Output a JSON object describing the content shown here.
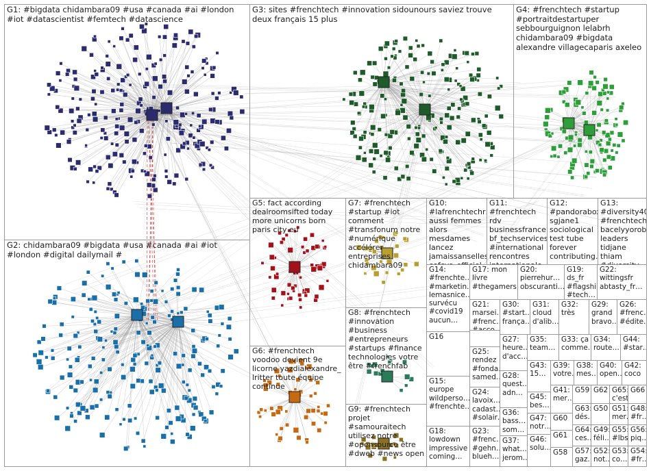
{
  "palette": {
    "G1": "#2b2b6e",
    "G2": "#1a6fa8",
    "G3": "#1f5a2a",
    "G4": "#2e9e3a",
    "G5": "#a3121a",
    "G6": "#c46a12",
    "G7": "#b8a030",
    "G9": "#8a7020",
    "edge": "#9c9c9c",
    "edge_red": "#d02020",
    "border": "#9a9a9a"
  },
  "groups": [
    {
      "id": "G1",
      "label": "G1: #bigdata chidambara09 #usa #canada #ai #london #iot #datascientist #femtech #datascience"
    },
    {
      "id": "G2",
      "label": "G2: chidambara09 #bigdata #usa #canada #ai #iot #london #digital dailymail #"
    },
    {
      "id": "G3",
      "label": "G3: sites #frenchtech #innovation sidounours saviez trouve deux français 15 plus"
    },
    {
      "id": "G4",
      "label": "G4: #frenchtech #startup #portraitdestartuper sebbourguignon lelabrh chidambara09 #bigdata alexandre villagecaparis axeleo"
    },
    {
      "id": "G5",
      "label": "G5: fact according dealroomsifted today more unicorns born paris city eu"
    },
    {
      "id": "G6",
      "label": "G6: #frenchtech voodoo devient 9e licorne yazdialexandre_ lritter toute équipe continue"
    },
    {
      "id": "G7",
      "label": "G7: #frenchtech #startup #iot comment #transfonum notre #numérique accélérer entreprises chidambara09"
    },
    {
      "id": "G8",
      "label": "G8: #frenchtech #innovation #business #entrepreneurs #startups #finance technologies votre être #frenchfab"
    },
    {
      "id": "G9",
      "label": "G9: #frenchtech projet #samouraitech utilisez notre #opensource être #dweb #news open"
    },
    {
      "id": "G10",
      "label": "G10: #lafrenchtechr… aussi femmes alors mesdames lancez jamaissanselles cefcys_officiel…"
    },
    {
      "id": "G11",
      "label": "G11: #frenchtech rdv businessfrance bf_techservices #international rencontres internationale…"
    },
    {
      "id": "G12",
      "label": "G12: #pandorabox sgjane1 sociological test tube forever contributing…"
    },
    {
      "id": "G13",
      "label": "G13: #diversity40 #frenchtech bacelyyorobi leaders tidjane thiam #diversity…"
    },
    {
      "id": "G14",
      "label": "G14: #frenchte… #marketin… lemasnice… survécu #covid19 aucun…"
    },
    {
      "id": "G15",
      "label": "G15: europe wildperso… #frenchte…"
    },
    {
      "id": "G16",
      "label": "G16"
    },
    {
      "id": "G17",
      "label": "G17: mon livre #thegamers…"
    },
    {
      "id": "G18",
      "label": "G18: lowdown impressive coming…"
    },
    {
      "id": "G19",
      "label": "G19: ds_fr #flagship #tech…"
    },
    {
      "id": "G20",
      "label": "G20: pierrehur… obscuranti…"
    },
    {
      "id": "G21",
      "label": "G21: marsei… #frenc… #acco…"
    },
    {
      "id": "G22",
      "label": "G22: wittingsfr abtasty_fr…"
    },
    {
      "id": "G23",
      "label": "G23: #frenc… #gehn… blueh…"
    },
    {
      "id": "G24",
      "label": "G24: lavoix… cadast… #solair…"
    },
    {
      "id": "G25",
      "label": "G25: rendez #fonda… samed…"
    },
    {
      "id": "G26",
      "label": "G26: #frenc… #édite…"
    },
    {
      "id": "G27",
      "label": "G27: heure… d'acc…"
    },
    {
      "id": "G28",
      "label": "G28: quest… adn…"
    },
    {
      "id": "G29",
      "label": "G29: grand bravo…"
    },
    {
      "id": "G30",
      "label": "G30: #start… frança…"
    },
    {
      "id": "G31",
      "label": "G31: cloud d'alib…"
    },
    {
      "id": "G32",
      "label": "G32: très"
    },
    {
      "id": "G33",
      "label": "G33: ça comme…"
    },
    {
      "id": "G34",
      "label": "G34: route…"
    },
    {
      "id": "G35",
      "label": "G35: team…"
    },
    {
      "id": "G36",
      "label": "G36: bass… som…"
    },
    {
      "id": "G37",
      "label": "G37: what… jerom…"
    },
    {
      "id": "G38",
      "label": "G38: mes…"
    },
    {
      "id": "G39",
      "label": "G39: votre…"
    },
    {
      "id": "G40",
      "label": "G40: open…"
    },
    {
      "id": "G41",
      "label": "G41: mer…"
    },
    {
      "id": "G42",
      "label": "G42: coco"
    },
    {
      "id": "G43",
      "label": "G43: 15…"
    },
    {
      "id": "G44",
      "label": "G44: #star…"
    },
    {
      "id": "G45",
      "label": "G45: bes…"
    },
    {
      "id": "G46",
      "label": "G46: solu…"
    },
    {
      "id": "G47",
      "label": "G47: notr…"
    },
    {
      "id": "G48",
      "label": "G48: #fr…"
    },
    {
      "id": "G49",
      "label": "G49: féli…"
    },
    {
      "id": "G50",
      "label": "G50"
    },
    {
      "id": "G51",
      "label": "G51: mer…"
    },
    {
      "id": "G52",
      "label": "G52: not…"
    },
    {
      "id": "G53",
      "label": "G53: co…"
    },
    {
      "id": "G54",
      "label": "G54: #fr…"
    },
    {
      "id": "G55",
      "label": "G55: #lbs"
    },
    {
      "id": "G56",
      "label": "G56: piq…"
    },
    {
      "id": "G57",
      "label": "G57: gaz…"
    },
    {
      "id": "G58",
      "label": "G58"
    },
    {
      "id": "G59",
      "label": "G59"
    },
    {
      "id": "G60",
      "label": "G60"
    },
    {
      "id": "G61",
      "label": "G61"
    },
    {
      "id": "G62",
      "label": "G62"
    },
    {
      "id": "G63",
      "label": "G63: dés…"
    },
    {
      "id": "G64",
      "label": "G64: ces…"
    },
    {
      "id": "G65",
      "label": "G65: c'est"
    },
    {
      "id": "G66",
      "label": "G66"
    }
  ]
}
